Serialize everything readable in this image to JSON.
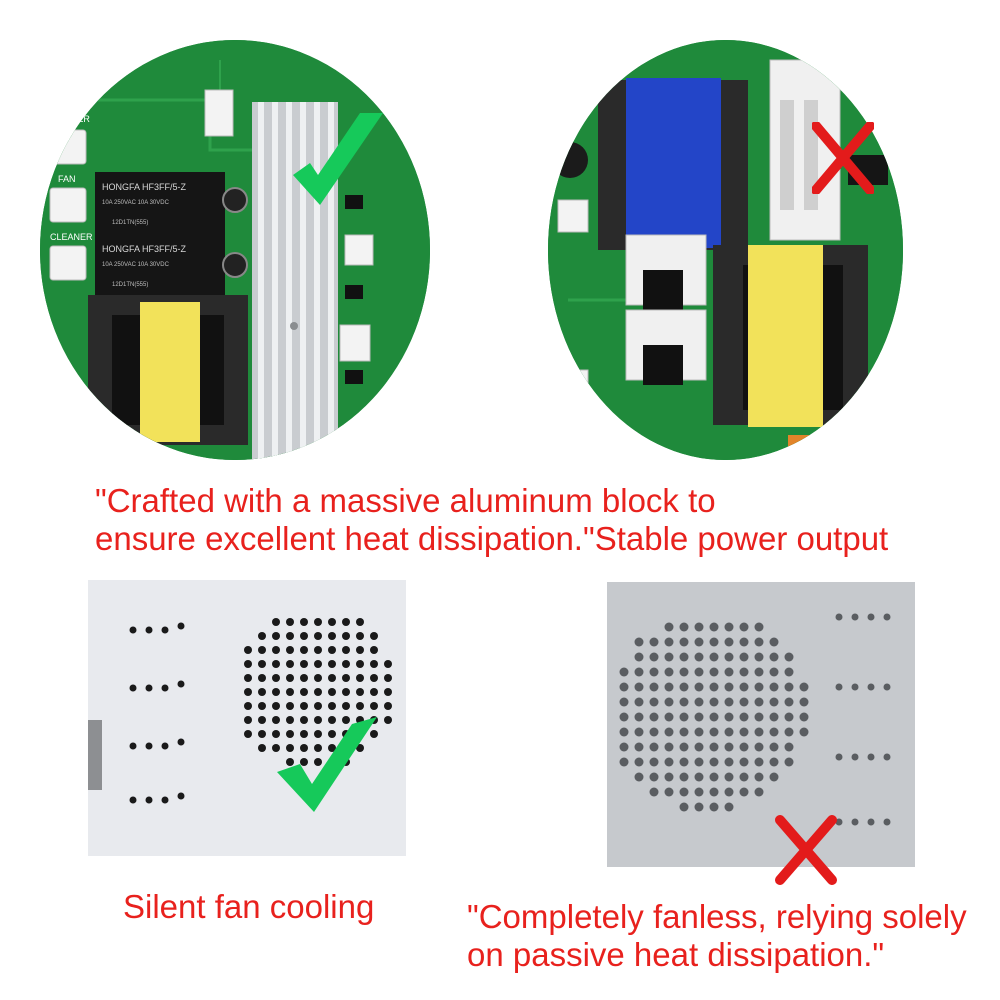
{
  "top_caption": {
    "line1": "\"Crafted with a massive aluminum block to",
    "line2": "ensure excellent heat dissipation.\"Stable power output"
  },
  "left_caption": "Silent fan cooling",
  "right_caption": {
    "line1": "\"Completely fanless, relying solely",
    "line2": "on passive heat dissipation.\""
  },
  "pcb_labels": {
    "heater": "HEATER",
    "fan": "FAN",
    "cleaner": "CLEANER",
    "relay1_brand": "HONGFA HF3FF/5-Z",
    "relay1_spec": "10A 250VAC 10A 30VDC",
    "relay1_code": "12D1TN(555)",
    "relay2_brand": "HONGFA HF3FF/5-Z",
    "relay2_spec": "10A 250VAC 10A 30VDC",
    "relay2_code": "12D1TN(555)"
  },
  "colors": {
    "caption_red": "#e8211d",
    "check_green": "#16c95a",
    "cross_red": "#e31b1b",
    "pcb_green": "#1f8a3b",
    "transformer_yellow": "#f2e25a",
    "tape_blue": "#2345c8",
    "panel_white": "#e6e8ec",
    "panel_grey": "#c9ccd0"
  }
}
